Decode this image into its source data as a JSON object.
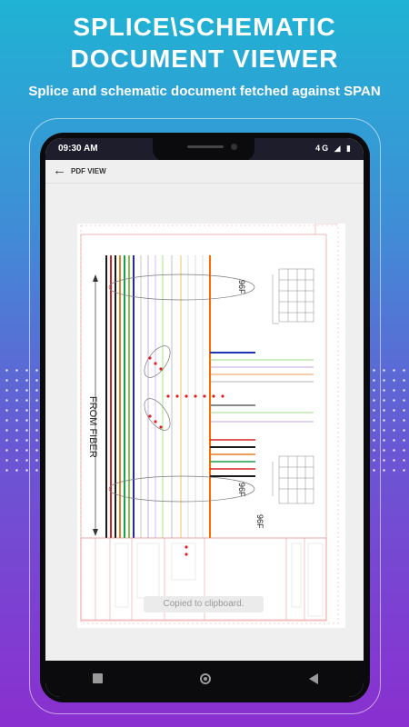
{
  "promo": {
    "headline_line1": "SPLICE\\SCHEMATIC",
    "headline_line2": "DOCUMENT VIEWER",
    "subtitle": "Splice and schematic document fetched against SPAN"
  },
  "status_bar": {
    "time": "09:30 AM",
    "network": "4G"
  },
  "app_bar": {
    "title": "PDF VIEW",
    "back_icon": "arrow-left-icon"
  },
  "document": {
    "label_from_fiber": "FROM FIBER",
    "label_96f_top": "96F",
    "label_96f_mid": "96F",
    "label_96f_bottom": "96F",
    "fiber_colors": [
      "#1a1a1a",
      "#d42020",
      "#1a1a1a",
      "#e67e22",
      "#19a14a",
      "#8bc34a",
      "#222aa8",
      "#b0b0b0",
      "#b28bd6",
      "#c8a0f0",
      "#7ed957",
      "#a6a6a6",
      "#f0a030",
      "#ff6a00"
    ],
    "accent_red": "#e02020"
  },
  "toast": {
    "message": "Copied to clipboard."
  },
  "nav_bar": {
    "recent_icon": "square-icon",
    "home_icon": "circle-home-icon",
    "back_icon": "triangle-back-icon"
  },
  "colors": {
    "gradient_top": "#1fb3d4",
    "gradient_bottom": "#8a2fd0",
    "status_bar": "#1d1d2b"
  }
}
